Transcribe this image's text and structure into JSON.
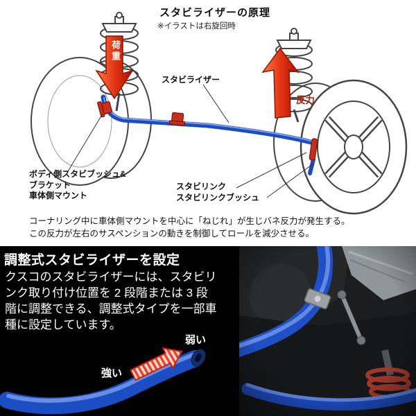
{
  "diagram": {
    "title": "スタビライザーの原理",
    "note": "※イラストは右旋回時",
    "load_label": "荷重",
    "reaction_label": "反力",
    "stabilizer_label": "スタビライザー",
    "body_mount_lines": [
      "ボディ側スタビブッシュ&",
      "ブラケット",
      "車体側マウント"
    ],
    "link_lines": [
      "スタビリンク",
      "スタビリンクブッシュ"
    ],
    "captions": [
      "コーナリング中に車体側マウントを中心に「ねじれ」が生じバネ反力が発生する。",
      "この反力が左右のサスペンションの動きを制御してロールを減少させる。"
    ]
  },
  "adjust_panel": {
    "title": "調整式スタビライザーを設定",
    "body_lines": [
      "クスコのスタビライザーには、スタビリ",
      "ンク取り付け位置を 2 段階または 3 段",
      "階に調整できる、調整式タイプを一部車",
      "種に設定しています。"
    ],
    "strong_label": "強い",
    "weak_label": "弱い"
  },
  "colors": {
    "stabilizer_blue": "#1c4dbe",
    "bracket_red": "#c62f1c",
    "arrow_red": "#d21f10",
    "panel_background": "#000000"
  }
}
